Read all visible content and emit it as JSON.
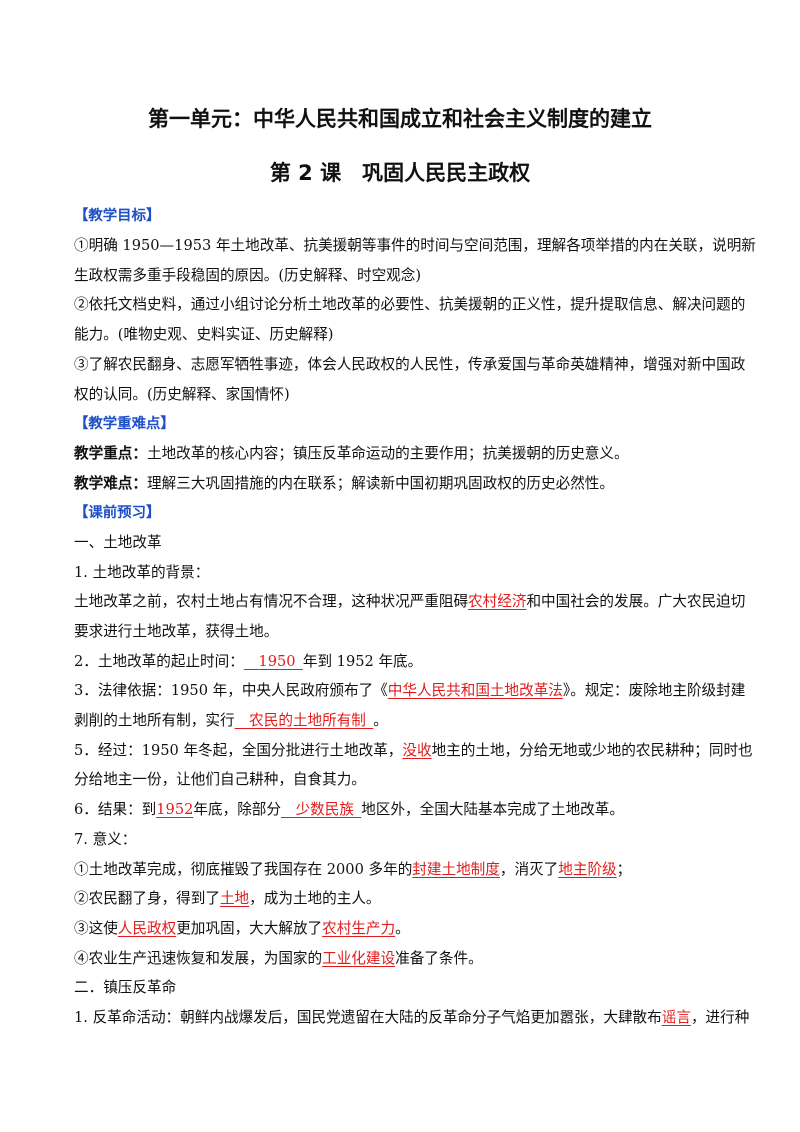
{
  "titles": {
    "unit": "第一单元：中华人民共和国成立和社会主义制度的建立",
    "lesson": "第 2 课　巩固人民民主政权"
  },
  "goals": {
    "heading": "【教学目标】",
    "g1_l1": "①明确 1950—1953 年土地改革、抗美援朝等事件的时间与空间范围，理解各项举措的内在关联，说明新",
    "g1_l2": "生政权需多重手段稳固的原因。(历史解释、时空观念)",
    "g2_l1": "②依托文档史料，通过小组讨论分析土地改革的必要性、抗美援朝的正义性，提升提取信息、解决问题的",
    "g2_l2": "能力。(唯物史观、史料实证、历史解释)",
    "g3_l1": "③了解农民翻身、志愿军牺牲事迹，体会人民政权的人民性，传承爱国与革命英雄精神，增强对新中国政",
    "g3_l2": "权的认同。(历史解释、家国情怀)"
  },
  "keypoints": {
    "heading": "【教学重难点】",
    "focus_label": "教学重点：",
    "focus_text": "土地改革的核心内容；镇压反革命运动的主要作用；抗美援朝的历史意义。",
    "diff_label": "教学难点：",
    "diff_text": "理解三大巩固措施的内在联系；解读新中国初期巩固政权的历史必然性。"
  },
  "preview": {
    "heading": "【课前预习】",
    "s1": "一、土地改革",
    "p1_label": "1. 土地改革的背景：",
    "p1_a": "土地改革之前，农村土地占有情况不合理，这种状况严重阻碍",
    "p1_ans": "农村经济",
    "p1_b": "和中国社会的发展。广大农民迫切",
    "p1_l2": "要求进行土地改革，获得土地。",
    "p2_a": "2．土地改革的起止时间：",
    "p2_ans": "1950",
    "p2_b": "年到 1952 年底。",
    "p3_a": "3．法律依据：1950 年，中央人民政府颁布了《",
    "p3_ans": "中华人民共和国土地改革法",
    "p3_b": "》。规定：废除地主阶级封建",
    "p3_l2a": "剥削的土地所有制，实行",
    "p3_ans2": "农民的土地所有制",
    "p3_l2b": "。",
    "p5_a": "5．经过：1950 年冬起，全国分批进行土地改革，",
    "p5_ans": "没收",
    "p5_b": "地主的土地，分给无地或少地的农民耕种；同时也",
    "p5_l2": "分给地主一份，让他们自己耕种，自食其力。",
    "p6_a": "6．结果：到",
    "p6_ans": "1952",
    "p6_b": "年底，除部分",
    "p6_ans2": "少数民族",
    "p6_c": "地区外，全国大陆基本完成了土地改革。",
    "p7": "7. 意义：",
    "m1_a": "①土地改革完成，彻底摧毁了我国存在 2000 多年的",
    "m1_ans": "封建土地制度",
    "m1_b": "，消灭了",
    "m1_ans2": "地主阶级",
    "m1_c": "；",
    "m2_a": "②农民翻了身，得到了",
    "m2_ans": "土地",
    "m2_b": "，成为土地的主人。",
    "m3_a": "③这使",
    "m3_ans": "人民政权",
    "m3_b": "更加巩固，大大解放了",
    "m3_ans2": "农村生产力",
    "m3_c": "。",
    "m4_a": "④农业生产迅速恢复和发展，为国家的",
    "m4_ans": "工业化建设",
    "m4_b": "准备了条件。",
    "s2": "二．镇压反革命",
    "q1_a": "1. 反革命活动：朝鲜内战爆发后，国民党遗留在大陆的反革命分子气焰更加嚣张，大肆散布",
    "q1_ans": "谣言",
    "q1_b": "，进行种"
  }
}
